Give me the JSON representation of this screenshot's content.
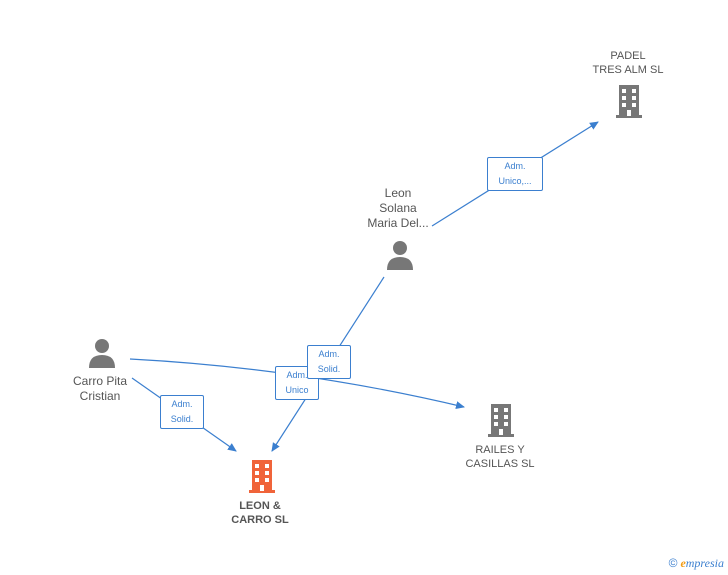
{
  "nodes": {
    "padel": {
      "lines": [
        "PADEL",
        "TRES ALM SL"
      ],
      "type": "company"
    },
    "leon_solana": {
      "lines": [
        "Leon",
        "Solana",
        "Maria Del..."
      ],
      "type": "person"
    },
    "carro_pita": {
      "lines": [
        "Carro Pita",
        "Cristian"
      ],
      "type": "person"
    },
    "railes": {
      "lines": [
        "RAILES Y",
        "CASILLAS SL"
      ],
      "type": "company"
    },
    "leon_carro": {
      "lines": [
        "LEON &",
        "CARRO  SL"
      ],
      "type": "company-highlight"
    }
  },
  "edges": {
    "leon_to_padel": {
      "lines": [
        "Adm.",
        "Unico,..."
      ]
    },
    "leon_to_leoncarro": {
      "lines": [
        "Adm.",
        "Solid."
      ]
    },
    "carro_to_railes": {
      "lines": [
        "Adm.",
        "Unico"
      ]
    },
    "carro_to_leoncarro": {
      "lines": [
        "Adm.",
        "Solid."
      ]
    }
  },
  "colors": {
    "edge": "#3b7fcf",
    "person_icon": "#777777",
    "company_icon": "#777777",
    "company_highlight_icon": "#f0643a"
  },
  "footer": {
    "copyright": "©",
    "brand_initial": "e",
    "brand_rest": "mpresia"
  }
}
